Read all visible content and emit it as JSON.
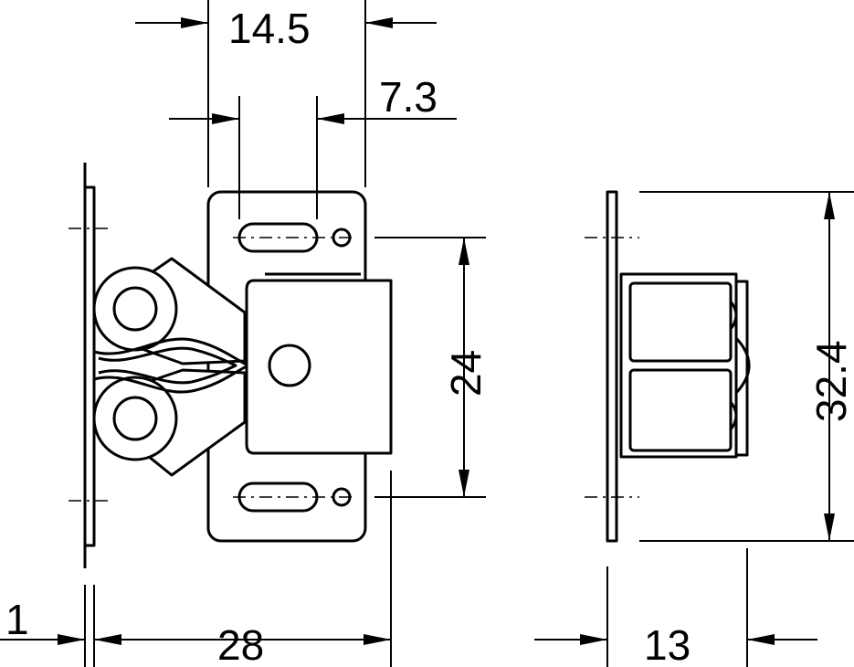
{
  "drawing": {
    "description_labels": {
      "dim_top_width": "14.5",
      "dim_slot_offset": "7.3",
      "dim_height_inner": "24",
      "dim_height_outer": "32.4",
      "dim_plate_thickness": "1",
      "dim_depth": "28",
      "dim_side_depth": "13"
    },
    "colors": {
      "line": "#000000",
      "background": "#ffffff"
    }
  }
}
